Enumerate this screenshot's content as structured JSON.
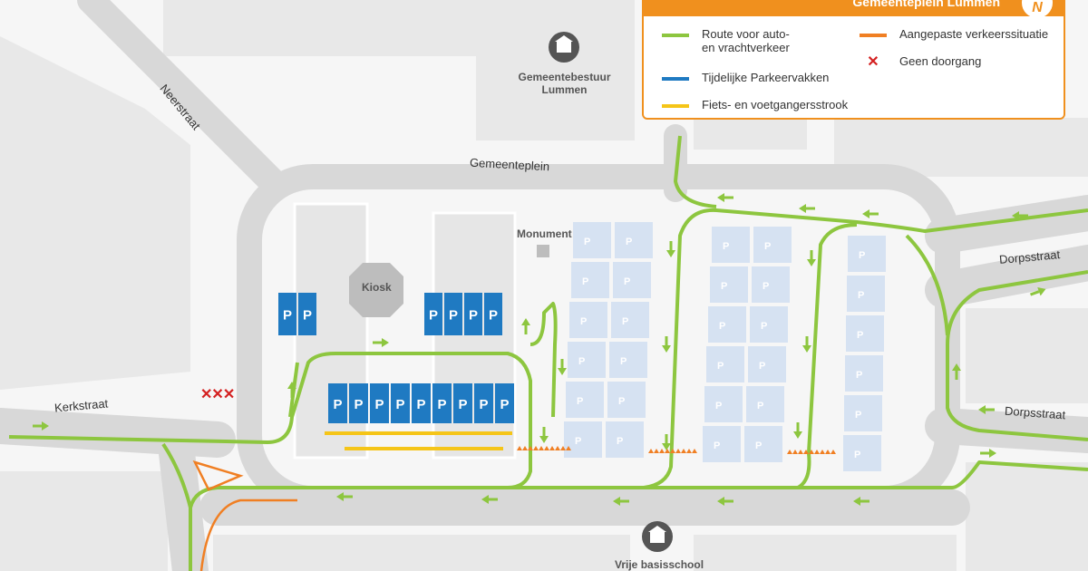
{
  "legend": {
    "title": "Gemeenteplein Lummen",
    "items": [
      {
        "label_1": "Route voor auto-",
        "label_2": "en vrachtverkeer",
        "color": "#8dc63f"
      },
      {
        "label": "Tijdelijke Parkeervakken",
        "color": "#1f7ac2"
      },
      {
        "label": "Fiets- en voetgangersstrook",
        "color": "#f5c518"
      },
      {
        "label": "Aangepaste verkeerssituatie",
        "color": "#f07f23"
      },
      {
        "label": "Geen doorgang",
        "icon": "red-x-icon",
        "color": "#d42020"
      }
    ],
    "compass": "N"
  },
  "streets": {
    "neerstraat": "Neerstraat",
    "gemeenteplein": "Gemeenteplein",
    "kerkstraat": "Kerkstraat",
    "dorpsstraat_1": "Dorpsstraat",
    "dorpsstraat_2": "Dorpsstraat"
  },
  "places": {
    "gemeentebestuur_1": "Gemeentebestuur",
    "gemeentebestuur_2": "Lummen",
    "monument": "Monument",
    "kiosk": "Kiosk",
    "school": "Vrije basisschool"
  },
  "parking_label": "P",
  "no_entry": "✕✕✕"
}
